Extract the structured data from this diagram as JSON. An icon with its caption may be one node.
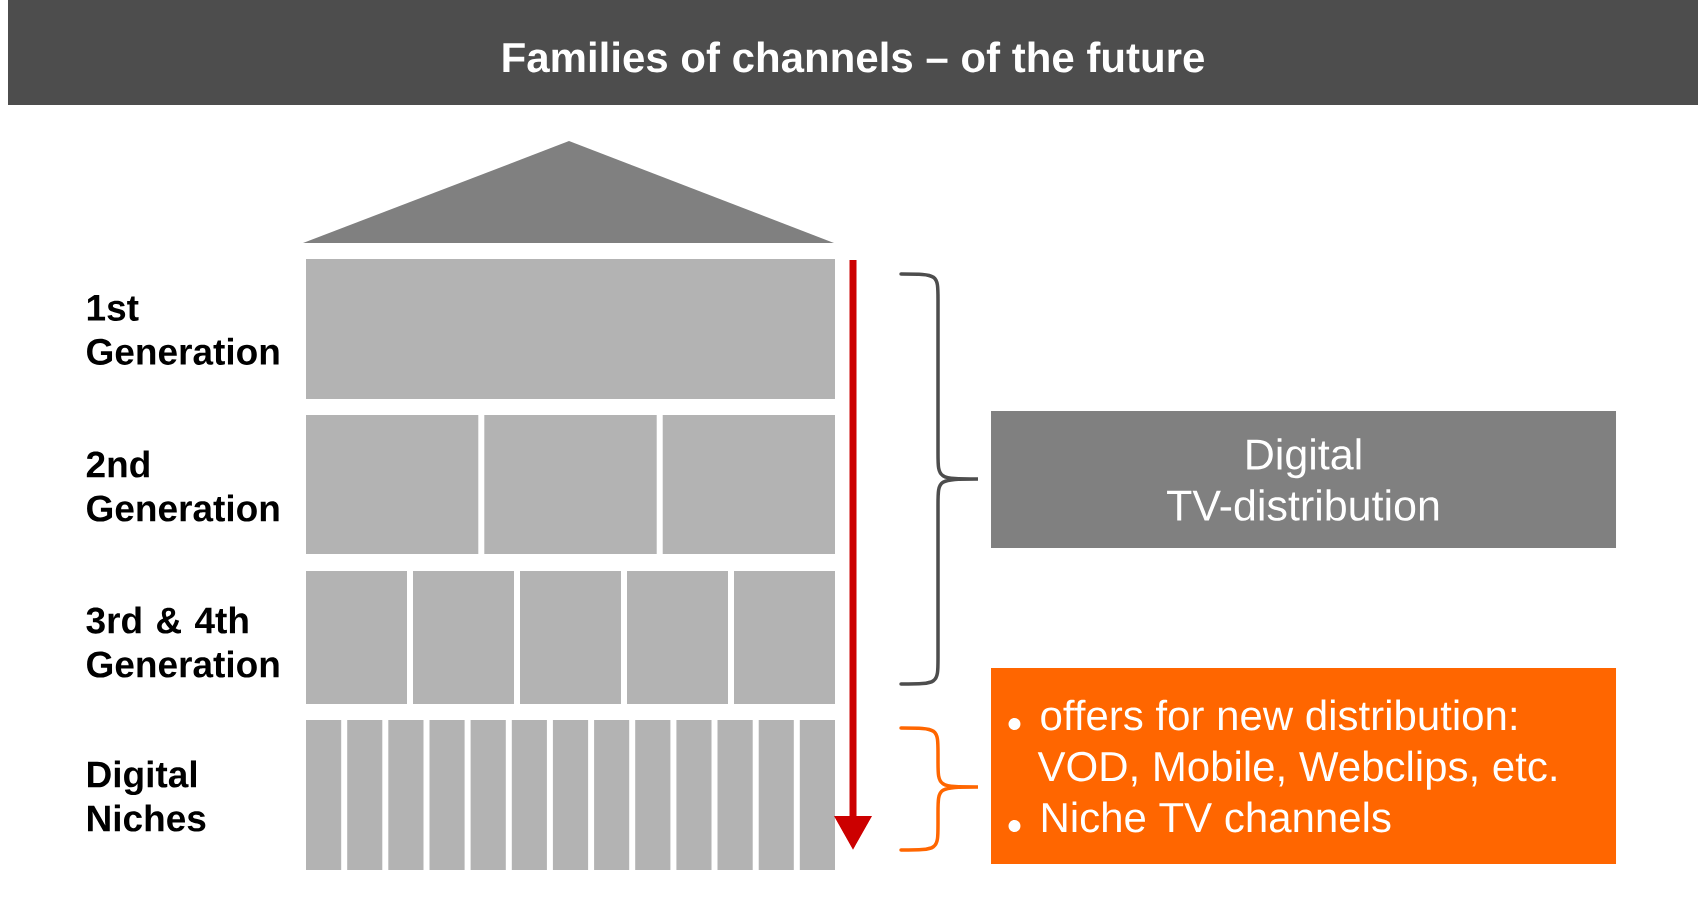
{
  "diagram": {
    "title": "Families of channels – of the future",
    "nodes": [
      {
        "text": [
          "Digital TV-distribution"
        ]
      },
      {
        "text": [
          "offers for new distribution: VOD, Mobile, Webclips, etc.",
          "Niche TV channels"
        ]
      }
    ],
    "labels": [
      "1st Generation",
      "2nd Generation",
      "3rd & 4th Generation",
      "Digital Niches"
    ]
  }
}
